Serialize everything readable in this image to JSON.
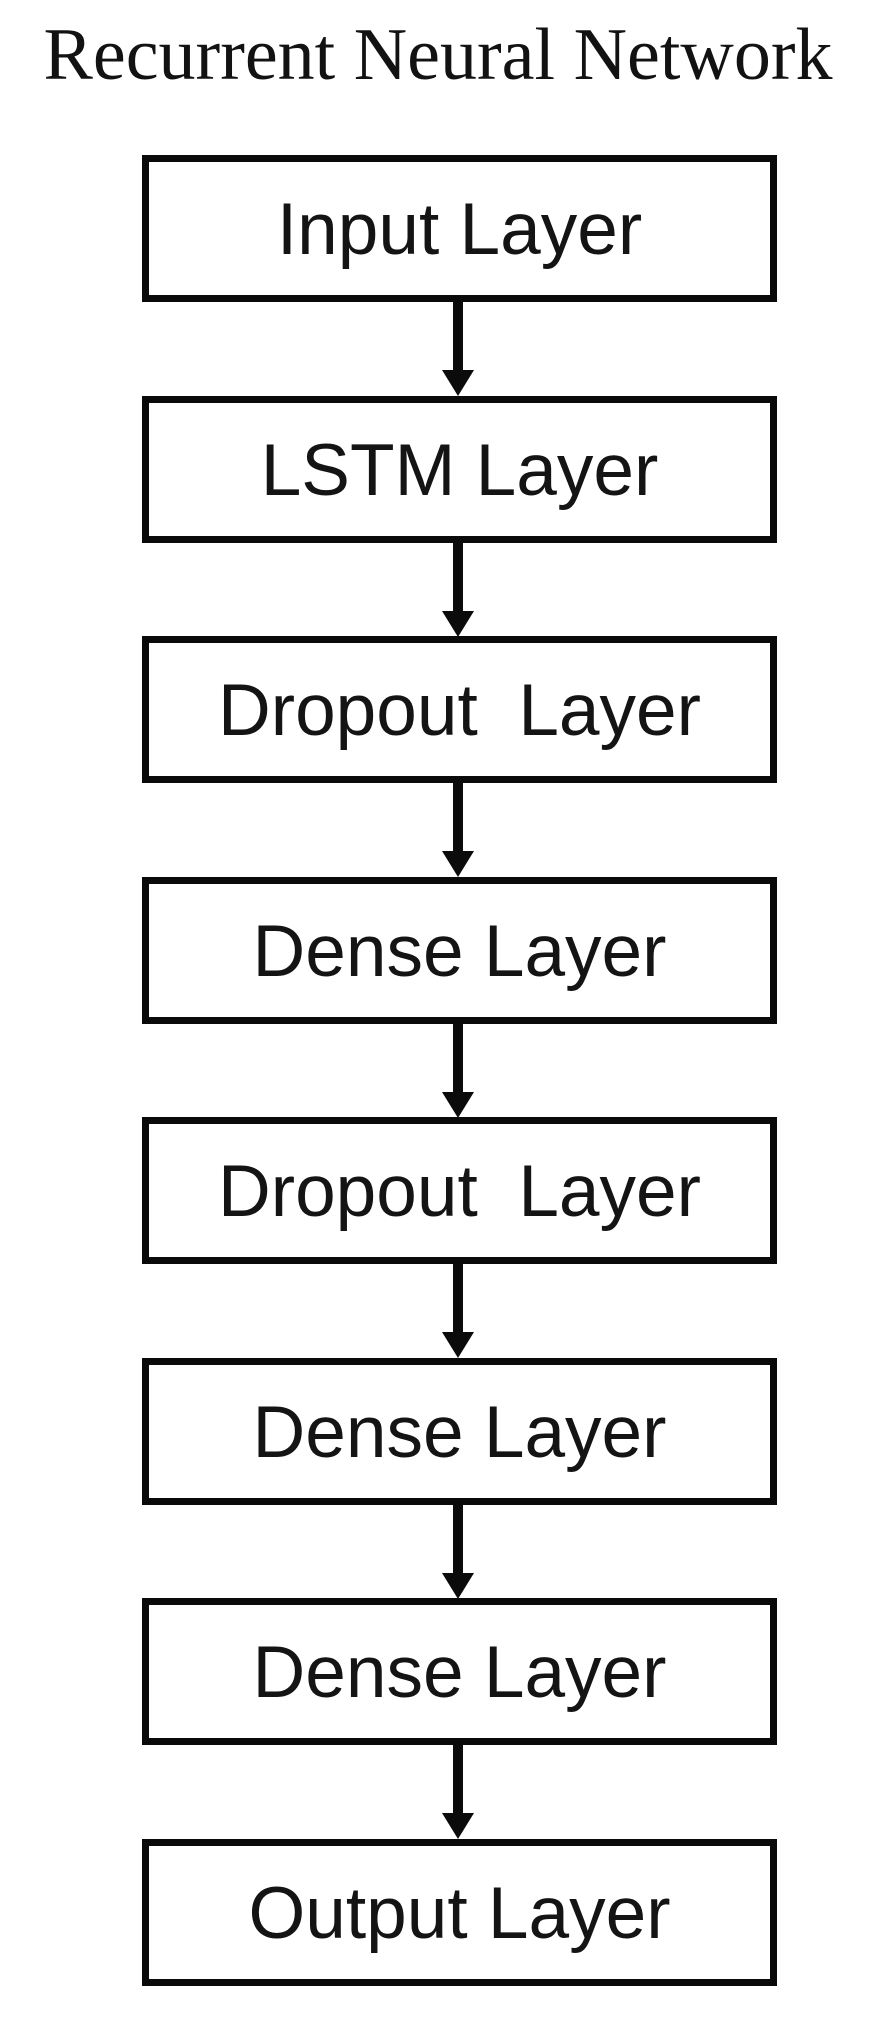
{
  "title": "Recurrent Neural Network",
  "layers": [
    "Input Layer",
    "LSTM Layer",
    "Dropout  Layer",
    "Dense Layer",
    "Dropout  Layer",
    "Dense Layer",
    "Dense Layer",
    "Output Layer"
  ],
  "colors": {
    "background": "#ffffff",
    "box_border": "#0a0a0a",
    "text": "#141414",
    "arrow": "#0b0b0b"
  }
}
